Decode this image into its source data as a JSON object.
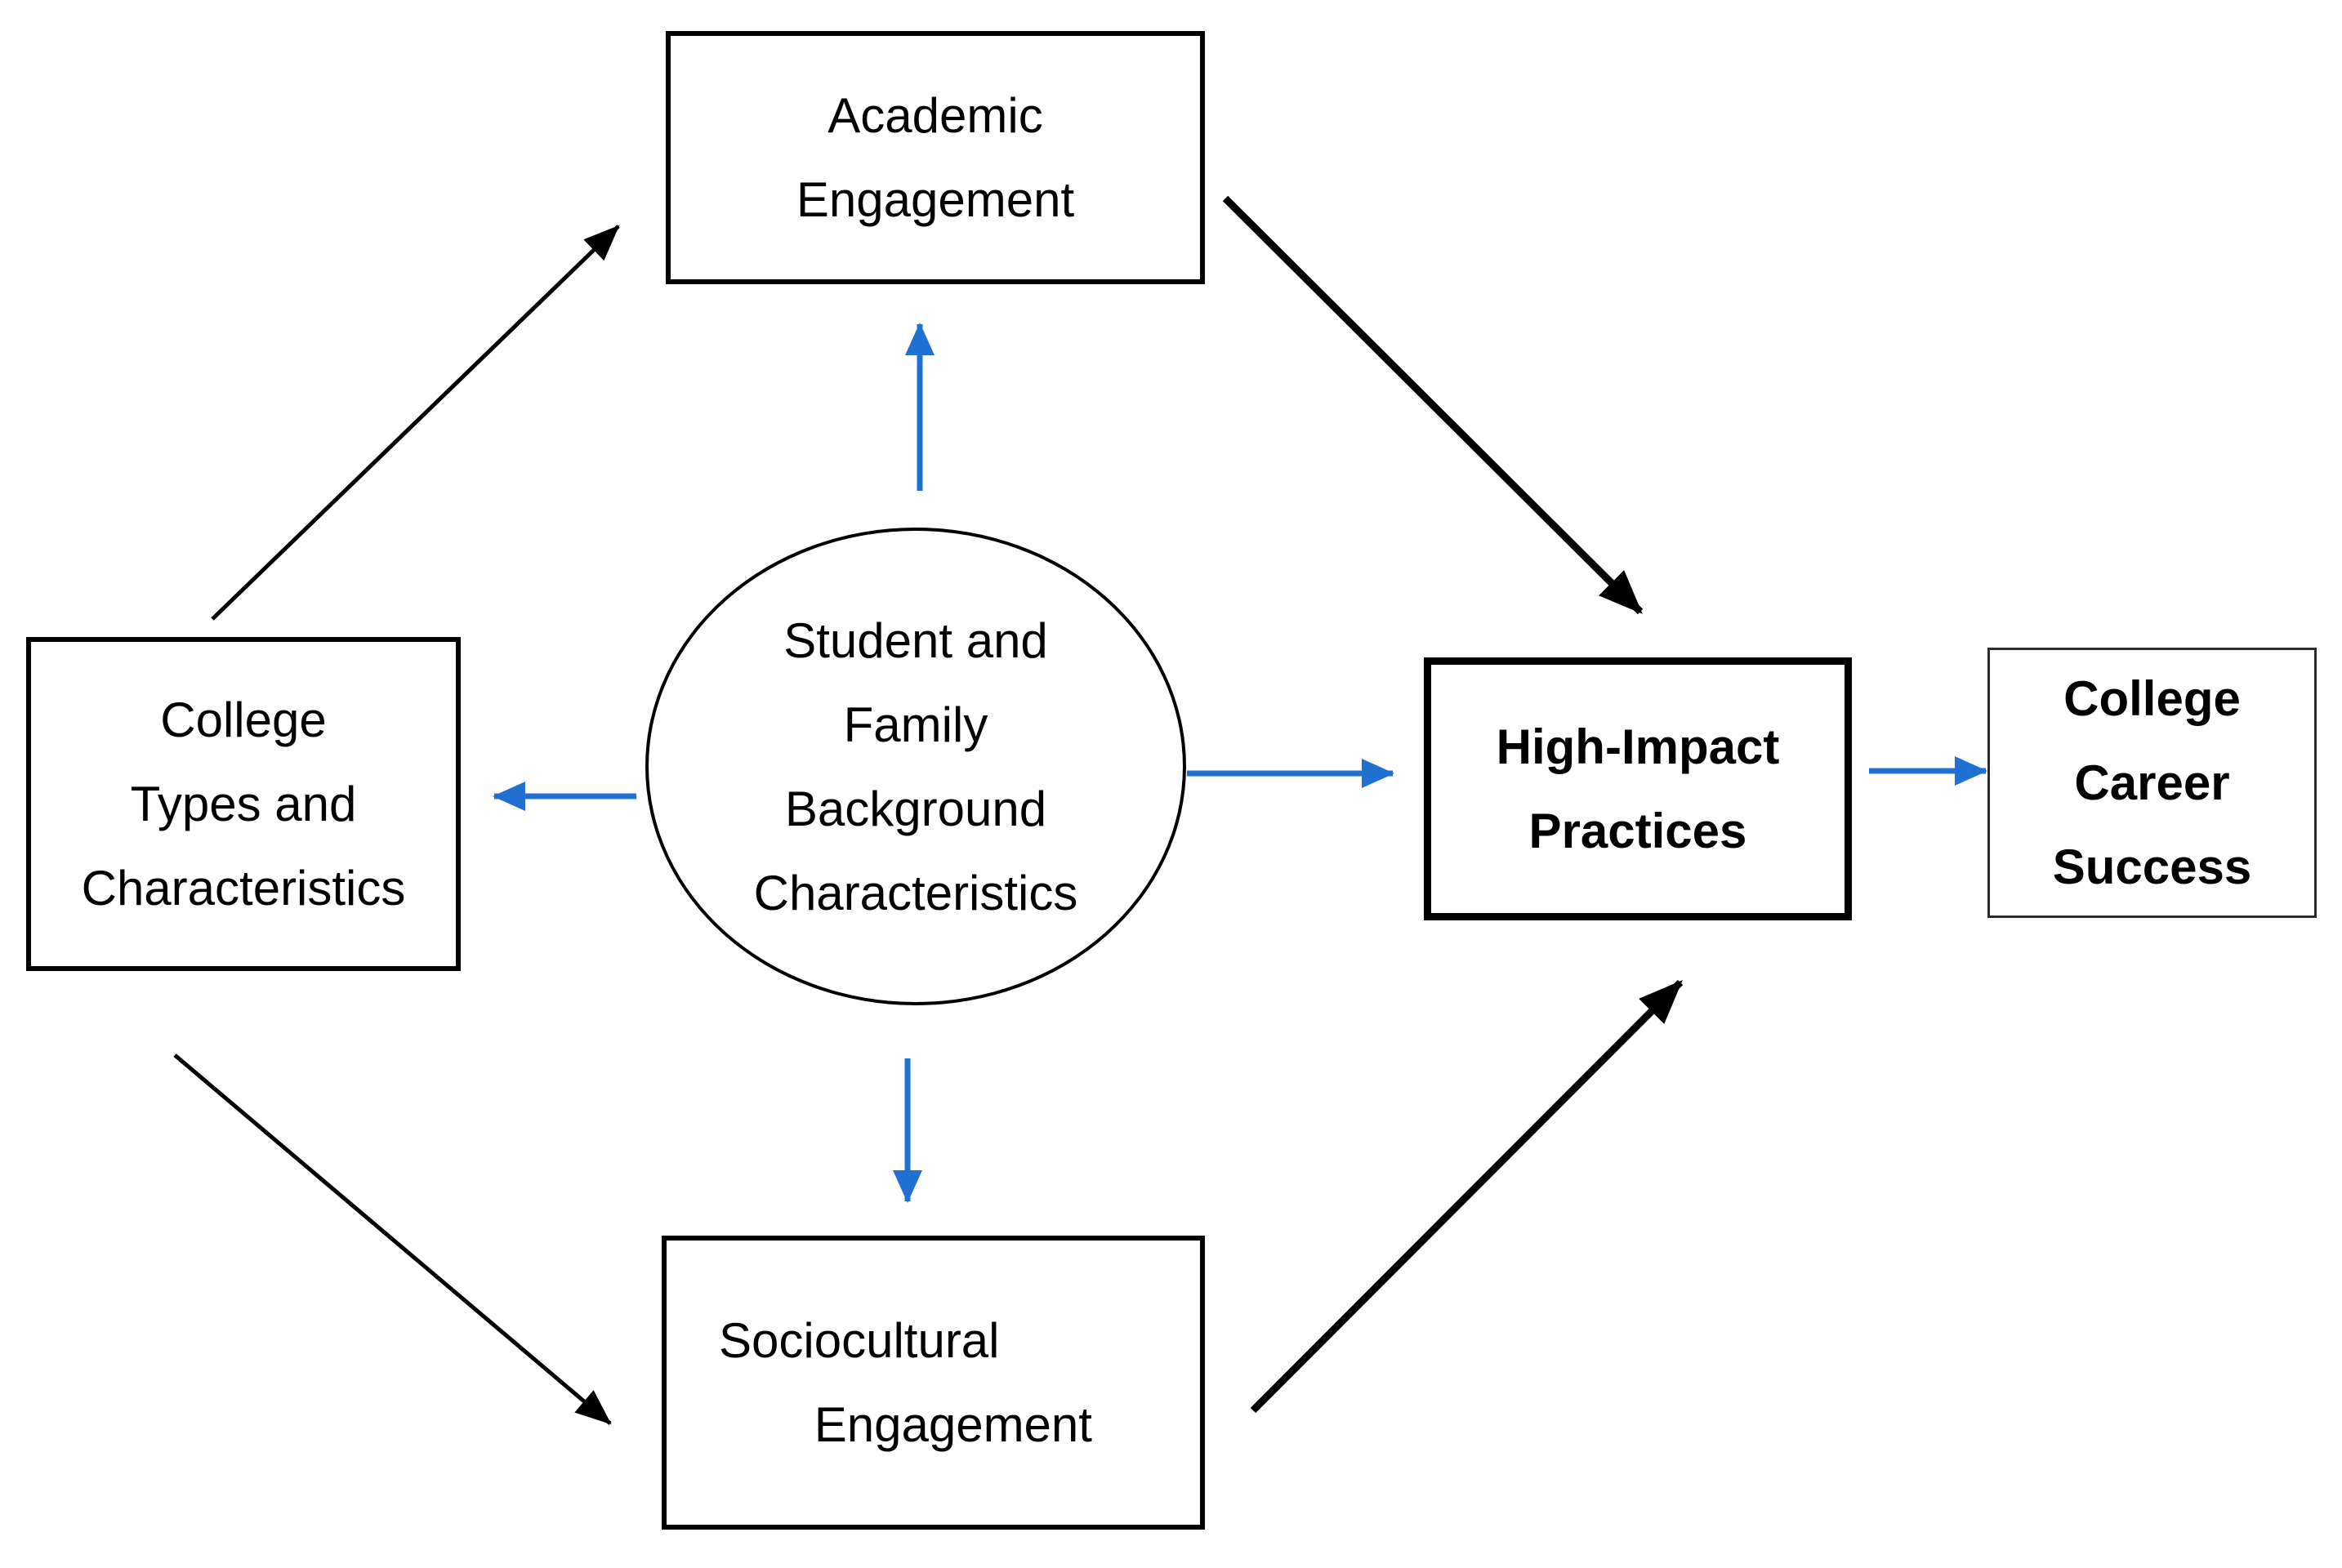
{
  "figure": {
    "background": "#ffffff",
    "colors": {
      "node_border": "#000000",
      "outcome_border": "#2b2b2b",
      "text": "#000000",
      "arrow_black": "#000000",
      "arrow_blue": "#2070d2"
    },
    "nodes": {
      "academic_engagement": {
        "label": "Academic\nEngagement",
        "shape": "rectangle",
        "bold": false
      },
      "college_types": {
        "label": "College\nTypes and\nCharacteristics",
        "shape": "rectangle",
        "bold": false
      },
      "student_family": {
        "label": "Student and\nFamily\nBackground\nCharacteristics",
        "shape": "ellipse",
        "bold": false
      },
      "high_impact": {
        "label": "High-Impact\nPractices",
        "shape": "rectangle",
        "bold": true
      },
      "college_career": {
        "label": "College\nCareer\nSuccess",
        "shape": "rectangle",
        "bold": true
      },
      "sociocultural": {
        "label": "Sociocultural\n       Engagement",
        "shape": "rectangle",
        "bold": false
      }
    },
    "edges": [
      {
        "from": "college_types",
        "to": "academic_engagement",
        "color": "black",
        "weight": "thin"
      },
      {
        "from": "academic_engagement",
        "to": "high_impact",
        "color": "black",
        "weight": "thick"
      },
      {
        "from": "college_types",
        "to": "sociocultural",
        "color": "black",
        "weight": "thin"
      },
      {
        "from": "sociocultural",
        "to": "high_impact",
        "color": "black",
        "weight": "thick"
      },
      {
        "from": "student_family",
        "to": "academic_engagement",
        "color": "blue",
        "weight": "thin"
      },
      {
        "from": "student_family",
        "to": "college_types",
        "color": "blue",
        "weight": "thin"
      },
      {
        "from": "student_family",
        "to": "high_impact",
        "color": "blue",
        "weight": "thin"
      },
      {
        "from": "student_family",
        "to": "sociocultural",
        "color": "blue",
        "weight": "thin"
      },
      {
        "from": "high_impact",
        "to": "college_career",
        "color": "blue",
        "weight": "thin"
      }
    ]
  }
}
